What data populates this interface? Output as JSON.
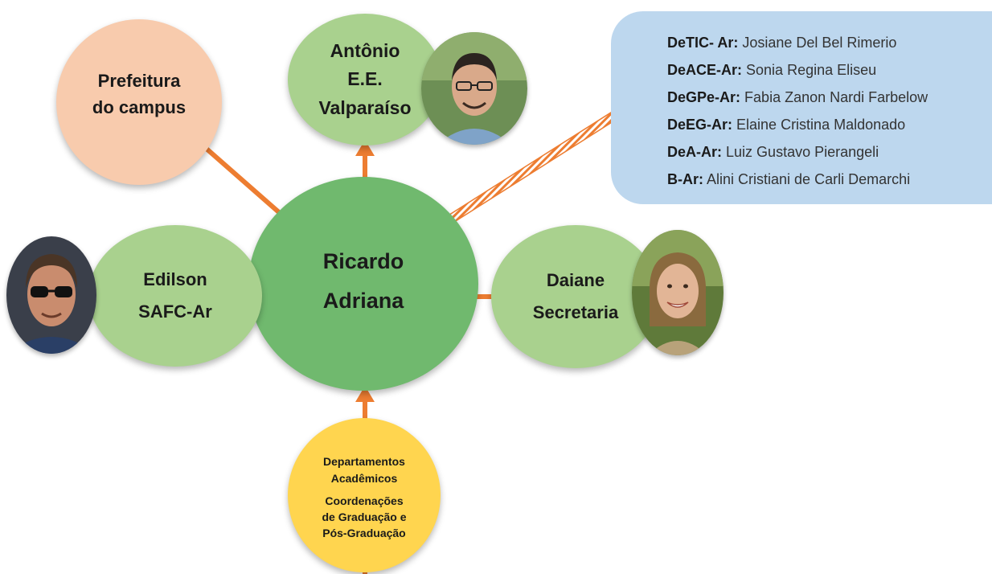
{
  "nodes": {
    "prefeitura": {
      "lines": [
        "Prefeitura",
        "do campus"
      ],
      "color": "#f8cbad"
    },
    "antonio": {
      "lines": [
        "Antônio",
        "E.E.",
        "Valparaíso"
      ],
      "color": "#a9d18e"
    },
    "ricardo": {
      "lines": [
        "Ricardo",
        "Adriana"
      ],
      "color": "#70b96e"
    },
    "edilson": {
      "lines": [
        "Edilson",
        "SAFC-Ar"
      ],
      "color": "#a9d18e"
    },
    "daiane": {
      "lines": [
        "Daiane",
        "Secretaria"
      ],
      "color": "#a9d18e"
    },
    "departamentos": {
      "lines": [
        "Departamentos",
        "Acadêmicos",
        "Coordenações",
        "de Graduação e",
        "Pós-Graduação"
      ],
      "color": "#ffd54f"
    }
  },
  "info_box": {
    "color": "#bdd7ee",
    "entries": [
      {
        "label": "DeTIC- Ar:",
        "name": "Josiane Del Bel Rimerio"
      },
      {
        "label": "DeACE-Ar:",
        "name": "Sonia Regina Eliseu"
      },
      {
        "label": "DeGPe-Ar:",
        "name": "Fabia Zanon Nardi Farbelow"
      },
      {
        "label": "DeEG-Ar:",
        "name": "Elaine Cristina Maldonado"
      },
      {
        "label": "DeA-Ar:",
        "name": "Luiz Gustavo Pierangeli"
      },
      {
        "label": "B-Ar:",
        "name": "Alini Cristiani de Carli Demarchi"
      }
    ]
  },
  "arrow_color": "#ed7d31",
  "striped_arrow_color": "#ed7d31"
}
